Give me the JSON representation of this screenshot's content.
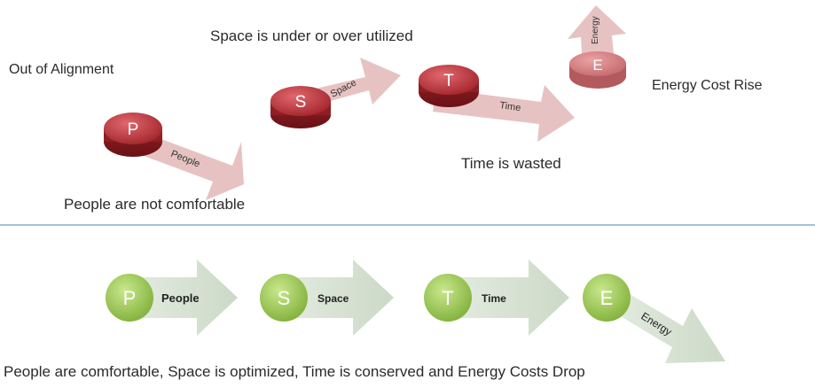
{
  "top": {
    "out_of_alignment": "Out of Alignment",
    "space_caption": "Space is under or over utilized",
    "energy_caption": "Energy Cost Rise",
    "time_caption": "Time is wasted",
    "people_caption": "People are not comfortable",
    "items": [
      {
        "letter": "P",
        "label": "People"
      },
      {
        "letter": "S",
        "label": "Space"
      },
      {
        "letter": "T",
        "label": "Time"
      },
      {
        "letter": "E",
        "label": "Energy"
      }
    ]
  },
  "bottom": {
    "items": [
      {
        "letter": "P",
        "label": "People"
      },
      {
        "letter": "S",
        "label": "Space"
      },
      {
        "letter": "T",
        "label": "Time"
      },
      {
        "letter": "E",
        "label": "Energy"
      }
    ],
    "caption": "People are comfortable, Space is optimized, Time is conserved and Energy Costs Drop"
  },
  "colors": {
    "red_puck": "#b5393f",
    "pink_arrow": "#e8bcbc",
    "green_circle": "#a9cf62",
    "green_arrow": "#dbe5d6",
    "divider": "#9fc1dc"
  }
}
